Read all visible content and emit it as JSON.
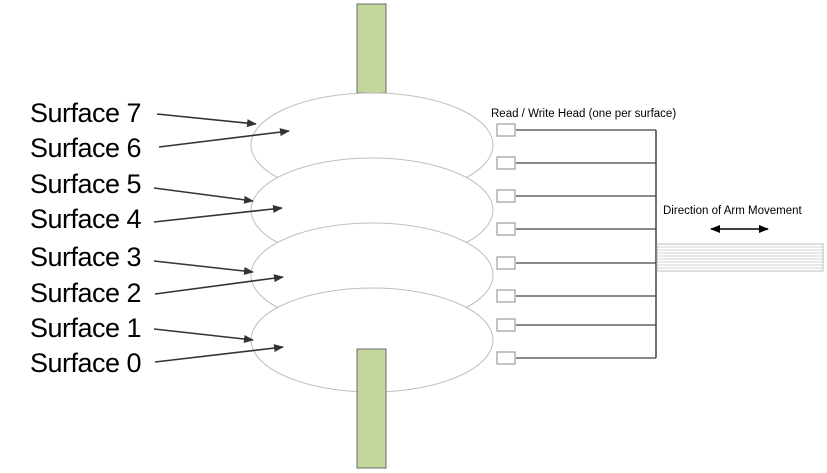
{
  "diagram": {
    "head_label": "Read / Write Head (one per surface)",
    "arm_label": "Direction of Arm Movement",
    "surfaces": [
      {
        "label": "Surface 7"
      },
      {
        "label": "Surface 6"
      },
      {
        "label": "Surface 5"
      },
      {
        "label": "Surface 4"
      },
      {
        "label": "Surface 3"
      },
      {
        "label": "Surface 2"
      },
      {
        "label": "Surface 1"
      },
      {
        "label": "Surface 0"
      }
    ]
  },
  "colors": {
    "spindle": "#c3d69b",
    "spindle_border": "#6b6b6b",
    "platter_outline": "#bfbfbf",
    "arrow": "#333333",
    "line": "#444444"
  }
}
